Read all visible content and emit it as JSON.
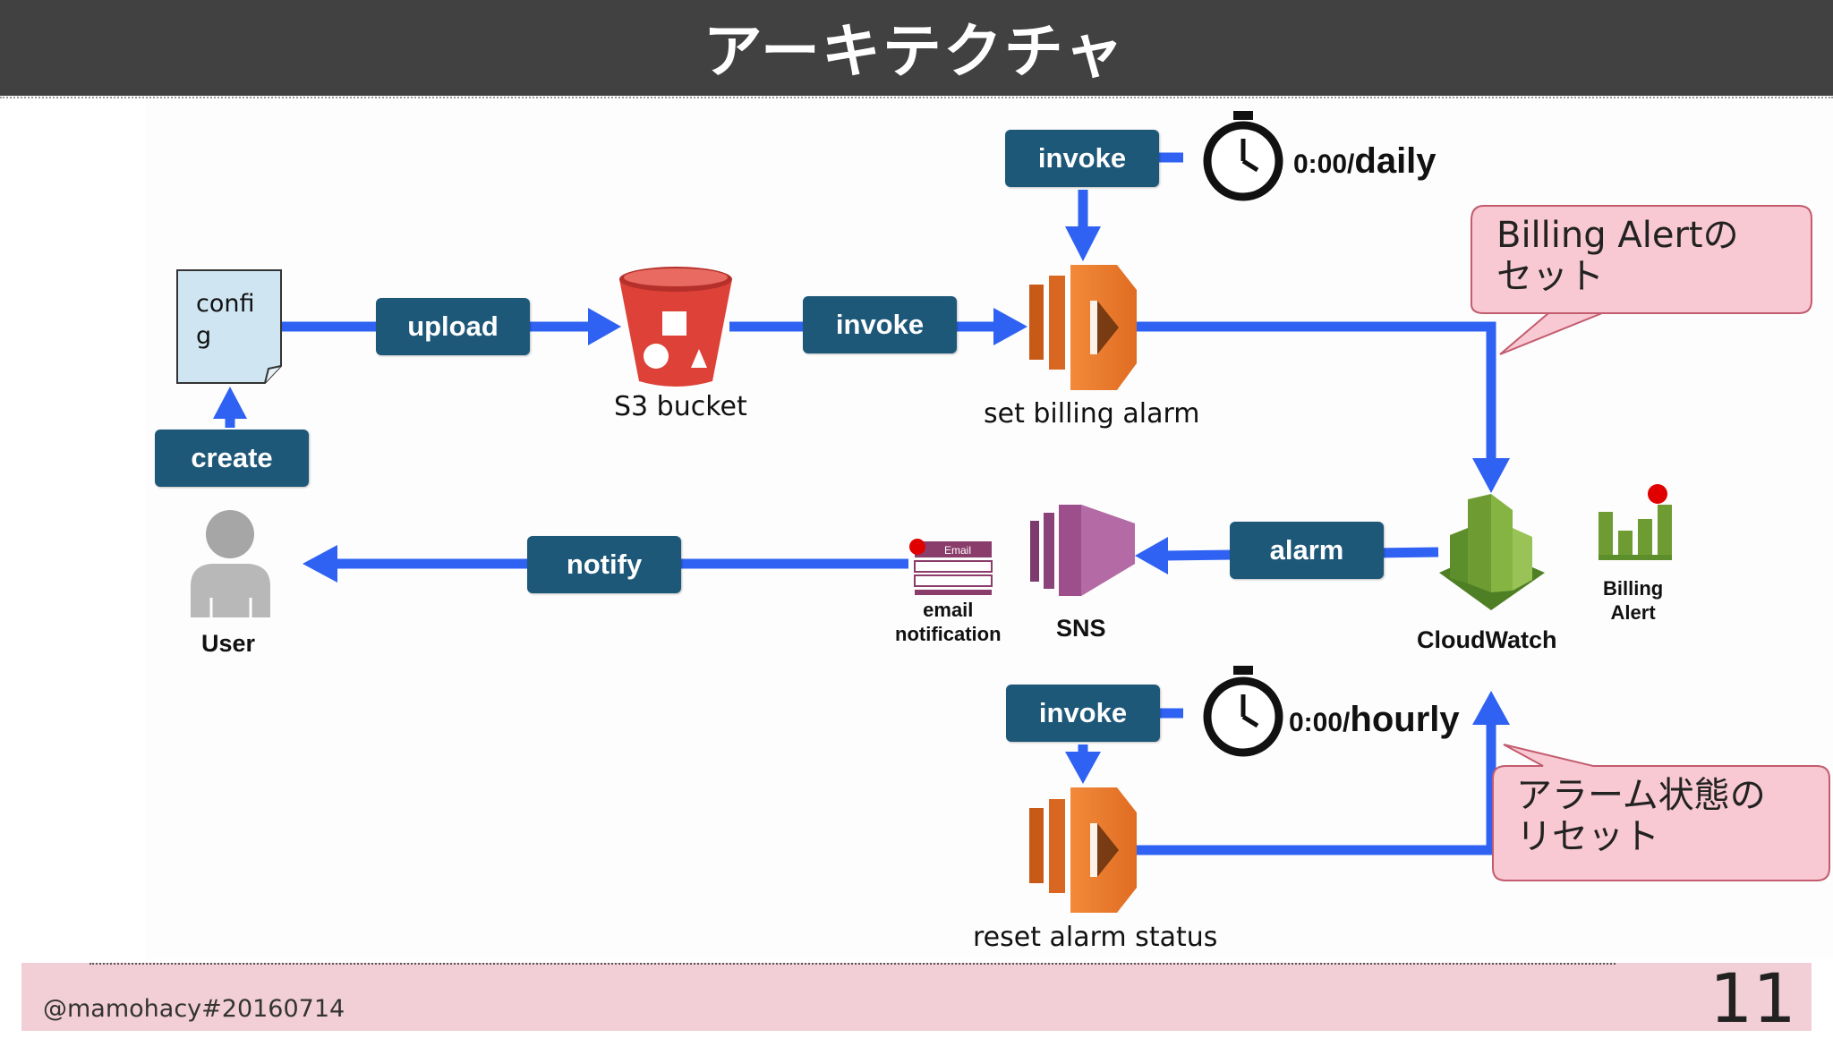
{
  "header": {
    "title": "アーキテクチャ"
  },
  "config_file": {
    "text": "confi\ng"
  },
  "actions": {
    "upload": "upload",
    "invoke_set": "invoke",
    "invoke_daily": "invoke",
    "create": "create",
    "notify": "notify",
    "alarm": "alarm",
    "invoke_hourly": "invoke"
  },
  "nodes": {
    "s3": "S3 bucket",
    "set_billing_alarm": "set billing alarm",
    "user": "User",
    "email": "email\nnotification",
    "sns": "SNS",
    "cloudwatch": "CloudWatch",
    "billing_alert": "Billing\nAlert",
    "reset_alarm_status": "reset alarm status",
    "email_icon_text": "Email"
  },
  "schedules": {
    "daily_time": "0:00/",
    "daily_freq": "daily",
    "hourly_time": "0:00/",
    "hourly_freq": "hourly"
  },
  "callouts": {
    "top": "Billing Alertの\nセット",
    "bottom": "アラーム状態の\nリセット"
  },
  "footer": {
    "handle": "@mamohacy#20160714",
    "page": "11"
  },
  "colors": {
    "arrow": "#2f62f3",
    "pill": "#1e5879",
    "header": "#414141",
    "footer": "#f2cfd6",
    "lambda": "#e8762b",
    "s3": "#dd4137",
    "cloudwatch": "#6e9c33",
    "sns": "#9c4f8b",
    "callout_fill": "#f8c9d2",
    "callout_stroke": "#c25c6e"
  }
}
